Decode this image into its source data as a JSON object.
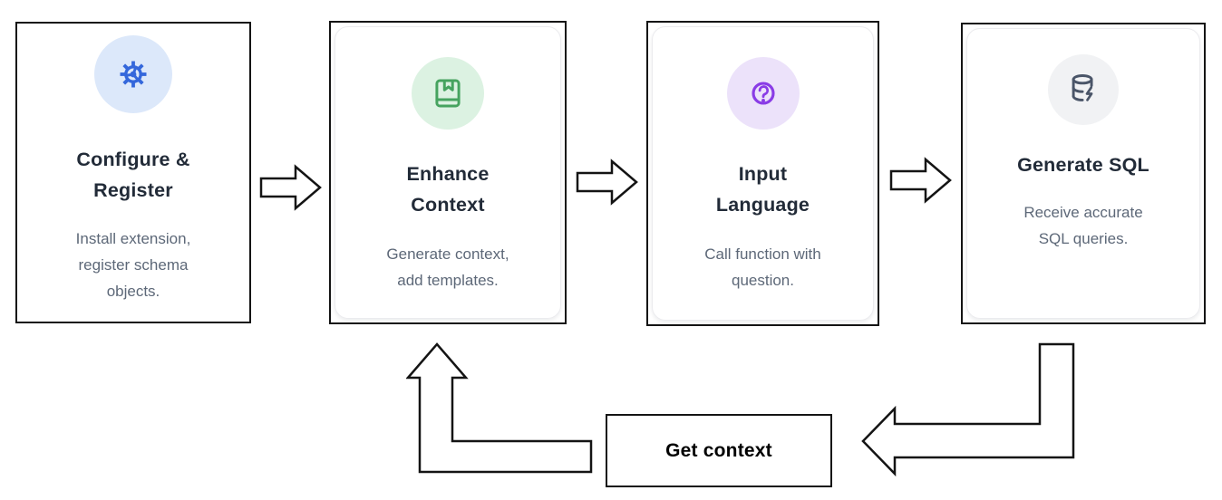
{
  "diagram": {
    "steps": [
      {
        "title_line1": "Configure &",
        "title_line2": "Register",
        "desc_line1": "Install extension,",
        "desc_line2": "register schema",
        "desc_line3": "objects.",
        "icon": "gear-icon",
        "icon_color": "#3467db",
        "icon_bg": "#dce8fa"
      },
      {
        "title_line1": "Enhance",
        "title_line2": "Context",
        "desc_line1": "Generate context,",
        "desc_line2": "add templates.",
        "icon": "book-icon",
        "icon_color": "#46a35f",
        "icon_bg": "#dcf2e2"
      },
      {
        "title_line1": "Input",
        "title_line2": "Language",
        "desc_line1": "Call function with",
        "desc_line2": "question.",
        "icon": "question-icon",
        "icon_color": "#8a3ce6",
        "icon_bg": "#ece2fa"
      },
      {
        "title_line1": "Generate SQL",
        "title_line2": "",
        "desc_line1": "Receive accurate",
        "desc_line2": "SQL queries.",
        "icon": "database-bolt-icon",
        "icon_color": "#4a5568",
        "icon_bg": "#f1f2f4"
      }
    ],
    "loop_label": "Get context",
    "colors": {
      "card_border": "#141414",
      "title_text": "#222b38",
      "desc_text": "#5d6878",
      "loop_text": "#000000"
    }
  }
}
